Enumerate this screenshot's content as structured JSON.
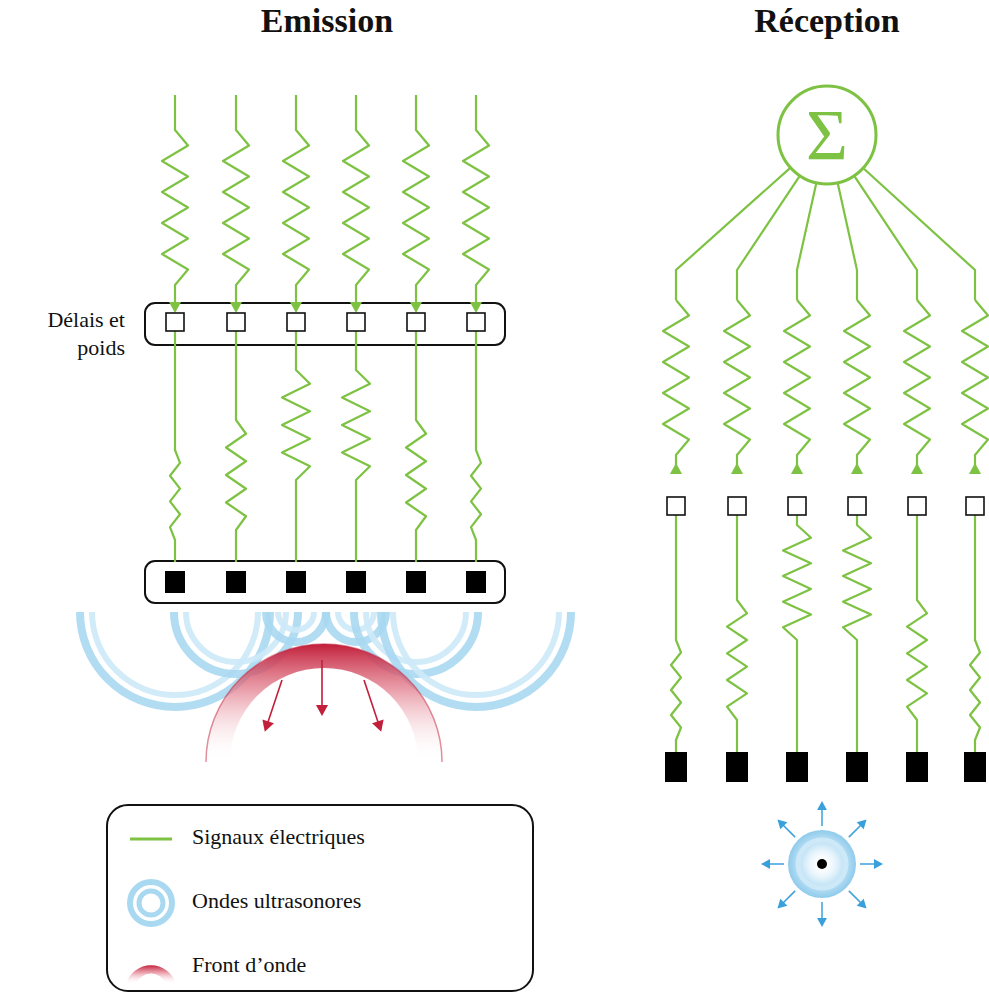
{
  "diagram": {
    "nodes": [
      {
        "text": [
          "Σ"
        ]
      }
    ],
    "labels": [
      "Emission",
      "Réception",
      "Délais et poids"
    ],
    "legend": [
      {
        "text": "Signaux électriques"
      },
      {
        "text": "Ondes ultrasonores"
      },
      {
        "text": "Front d’onde"
      }
    ]
  }
}
